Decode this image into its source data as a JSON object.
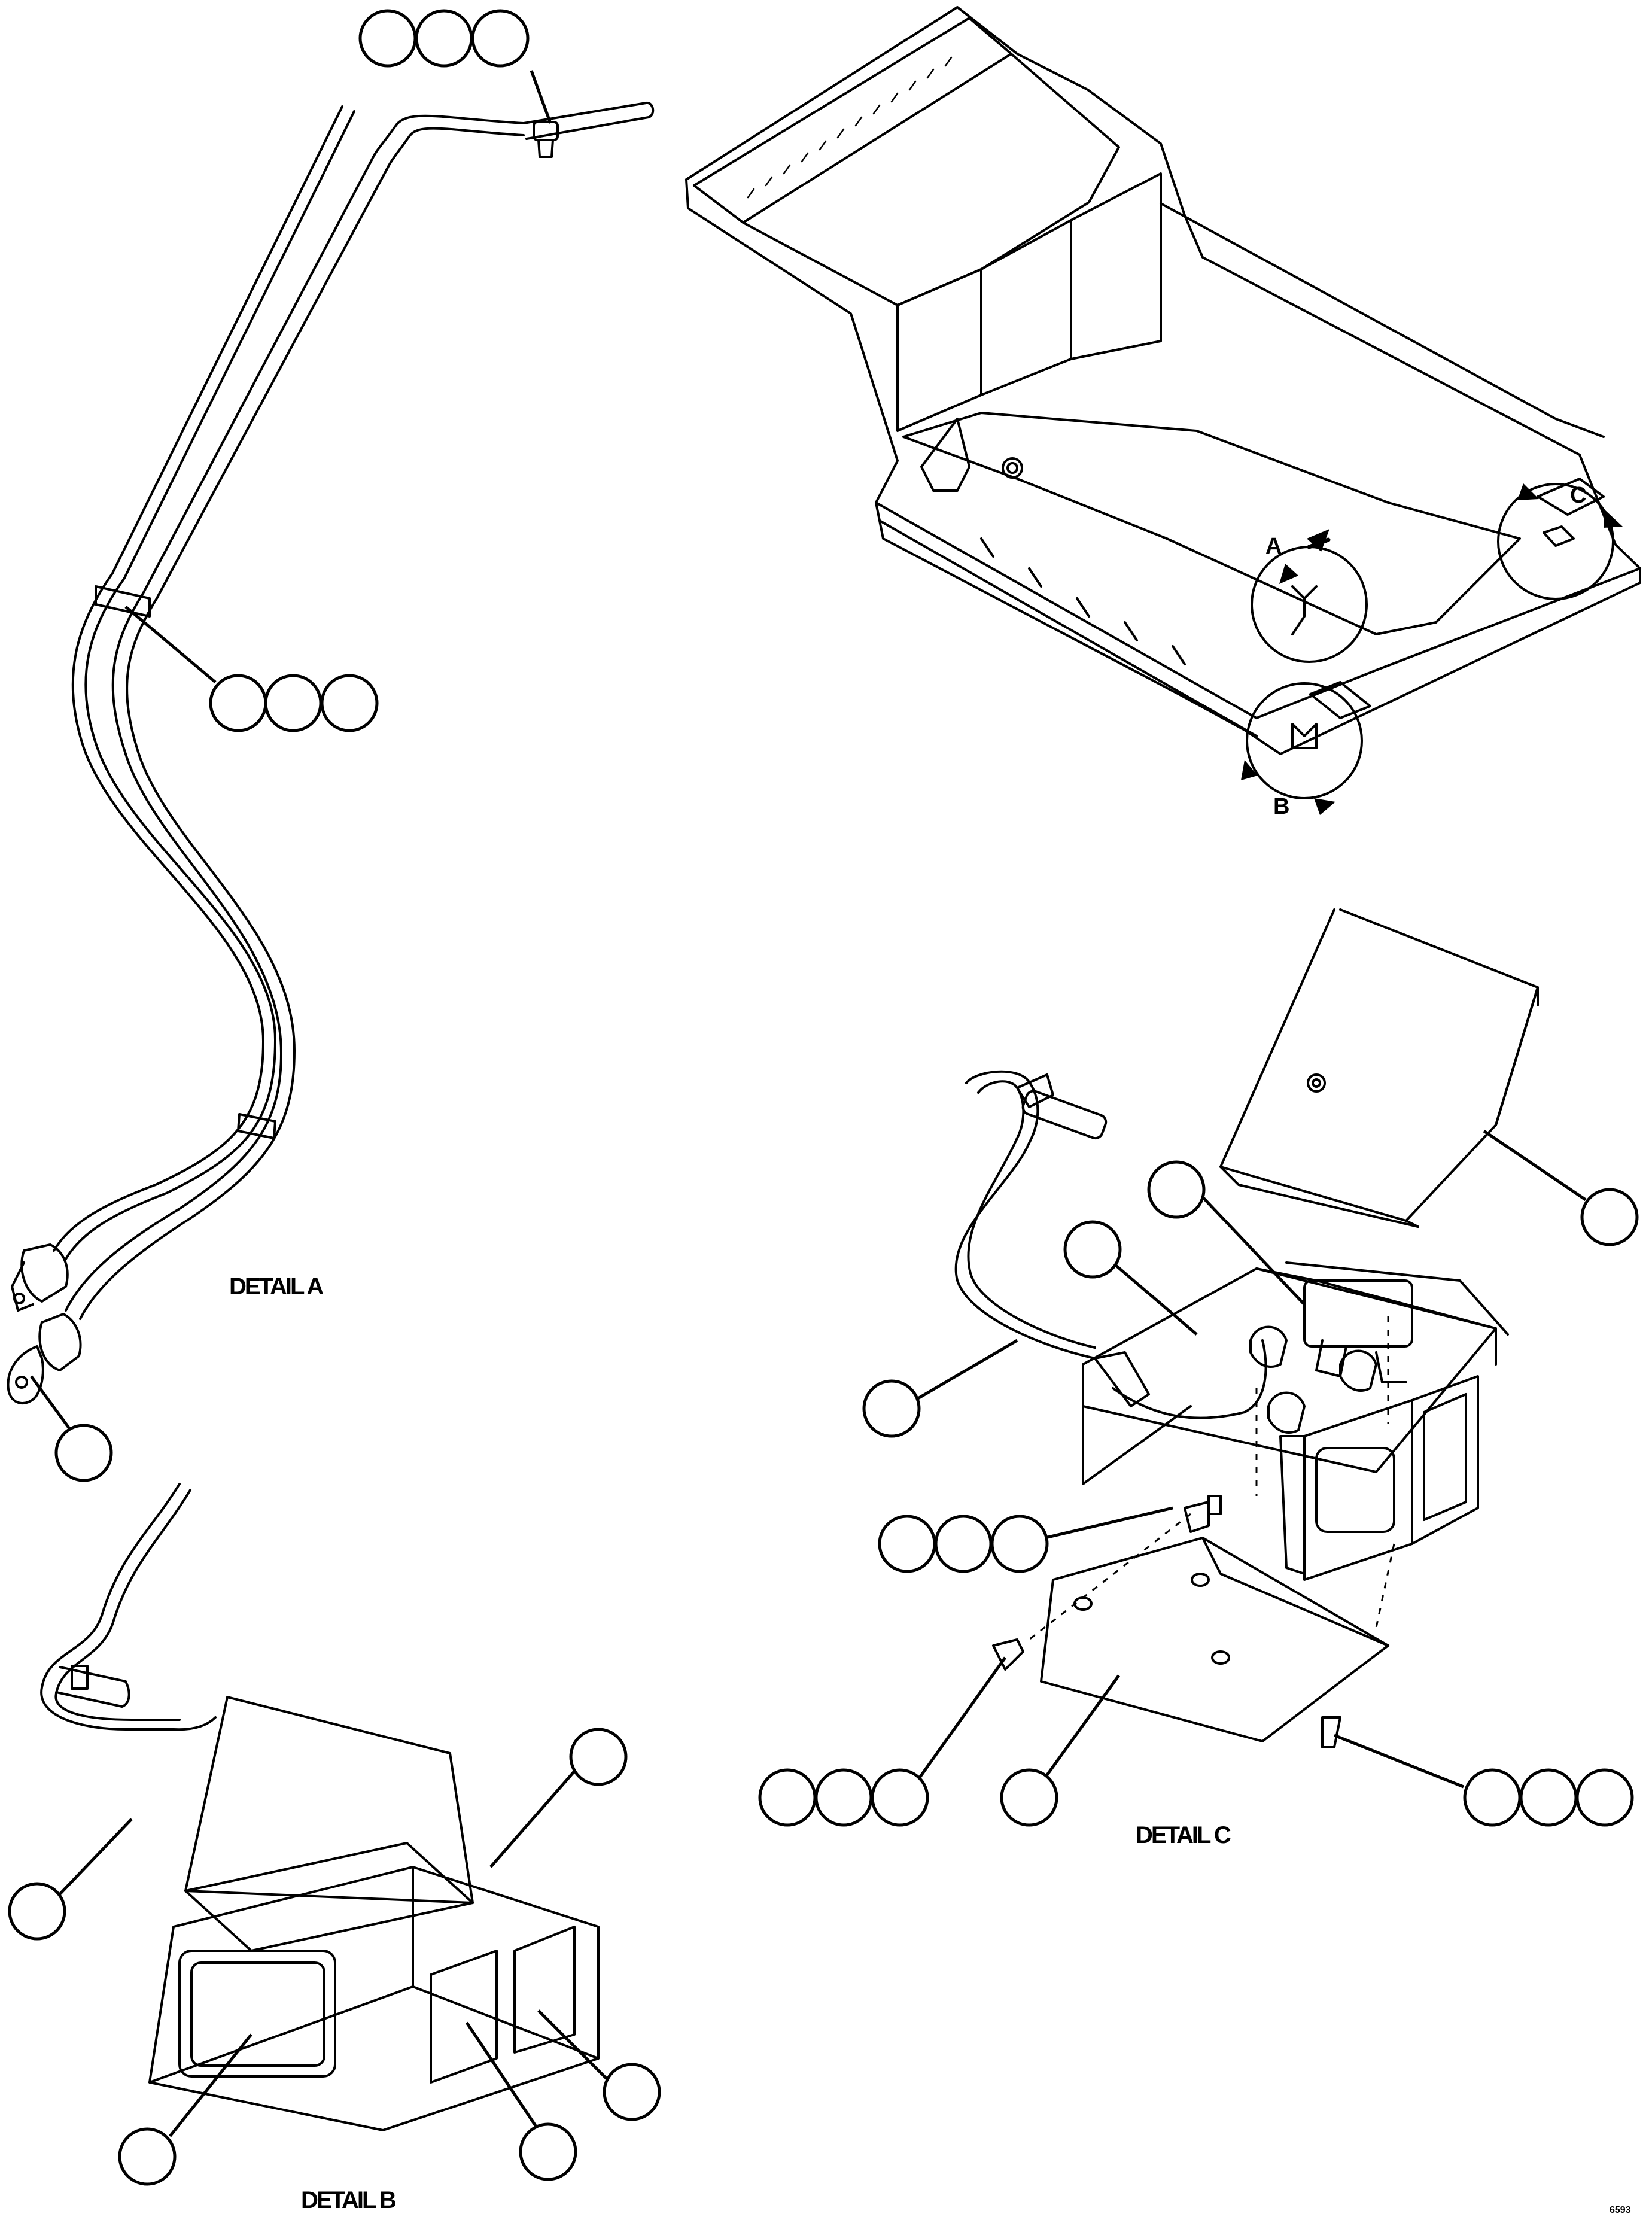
{
  "detail_labels": {
    "a": "DETAIL A",
    "b": "DETAIL B",
    "c": "DETAIL C"
  },
  "view_letters": {
    "a": "A",
    "b": "B",
    "c": "C"
  },
  "drawing_code": "6593"
}
